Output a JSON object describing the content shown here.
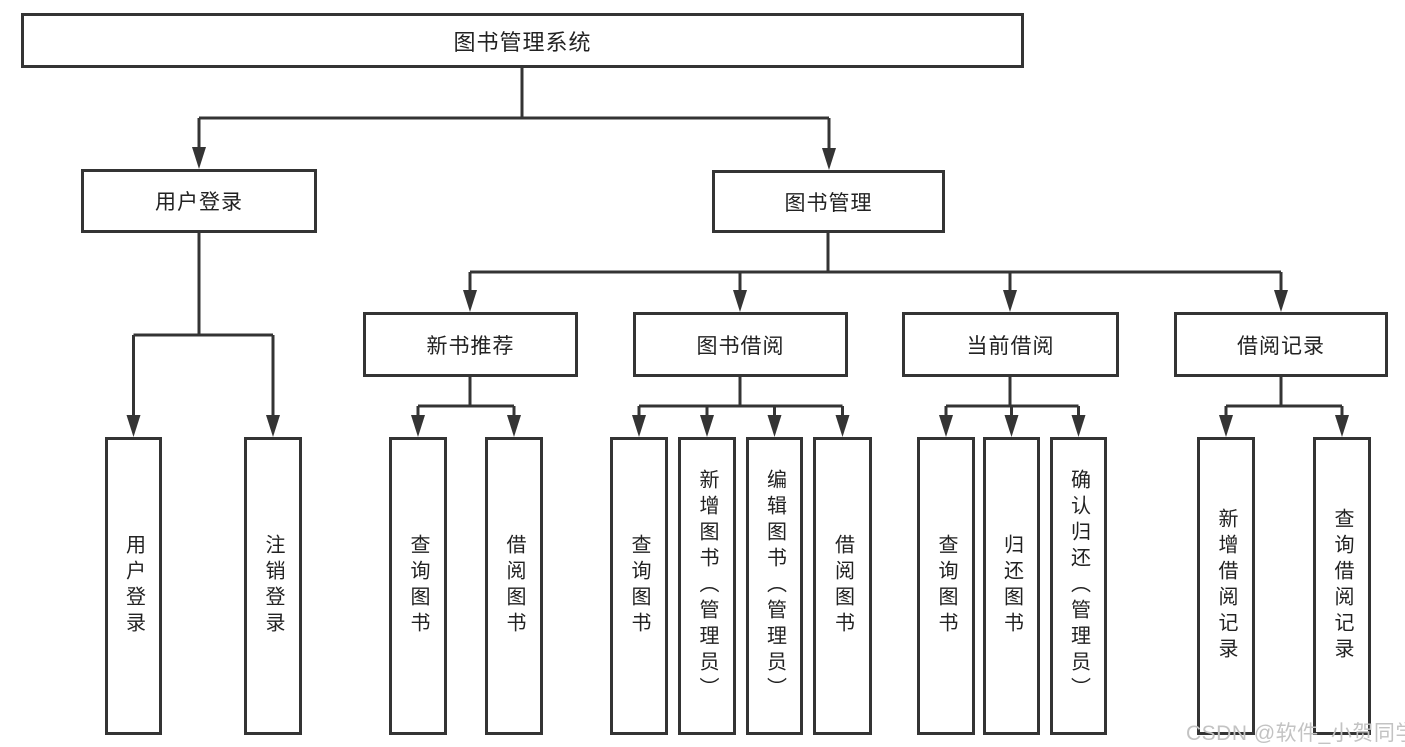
{
  "diagram": {
    "root": {
      "label": "图书管理系统"
    },
    "level2": [
      {
        "id": "user-login",
        "label": "用户登录"
      },
      {
        "id": "book-mgmt",
        "label": "图书管理"
      }
    ],
    "level3": [
      {
        "id": "new-books",
        "label": "新书推荐"
      },
      {
        "id": "book-borrow",
        "label": "图书借阅"
      },
      {
        "id": "current-borrow",
        "label": "当前借阅"
      },
      {
        "id": "borrow-records",
        "label": "借阅记录"
      }
    ],
    "leaves": {
      "user_login": [
        "用户登录",
        "注销登录"
      ],
      "new_books": [
        "查询图书",
        "借阅图书"
      ],
      "book_borrow": [
        "查询图书",
        "新增图书（管理员）",
        "编辑图书（管理员）",
        "借阅图书"
      ],
      "current_borrow": [
        "查询图书",
        "归还图书",
        "确认归还（管理员）"
      ],
      "borrow_records": [
        "新增借阅记录",
        "查询借阅记录"
      ]
    }
  },
  "watermark": {
    "text": "CSDN @软件_小贺同学"
  },
  "colors": {
    "line": "#343434",
    "text": "#222222",
    "watermark": "#c3c3c3",
    "background": "#ffffff"
  }
}
